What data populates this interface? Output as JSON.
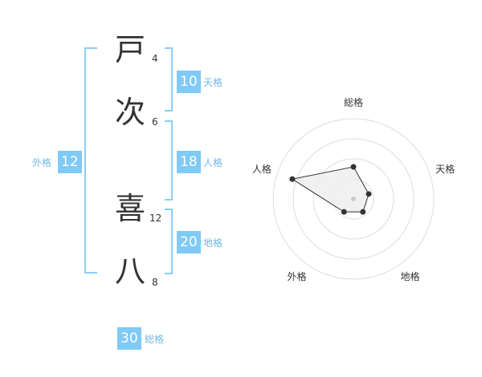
{
  "name": {
    "chars": [
      {
        "char": "戸",
        "strokes": "4"
      },
      {
        "char": "次",
        "strokes": "6"
      },
      {
        "char": "喜",
        "strokes": "12"
      },
      {
        "char": "八",
        "strokes": "8"
      }
    ]
  },
  "fortunes": {
    "tenkaku": {
      "value": "10",
      "label": "天格"
    },
    "jinkaku": {
      "value": "18",
      "label": "人格"
    },
    "chikaku": {
      "value": "20",
      "label": "地格"
    },
    "gaikaku": {
      "value": "12",
      "label": "外格"
    },
    "soukaku": {
      "value": "30",
      "label": "総格"
    }
  },
  "colors": {
    "accent": "#7fcaf6",
    "bracket": "#8ccdf4",
    "label": "#6fb9e6"
  },
  "chart_data": {
    "type": "radar",
    "axes": [
      "総格",
      "天格",
      "地格",
      "外格",
      "人格"
    ],
    "values": [
      2,
      1,
      1,
      1,
      4
    ],
    "rmax": 5,
    "rings": 4
  }
}
